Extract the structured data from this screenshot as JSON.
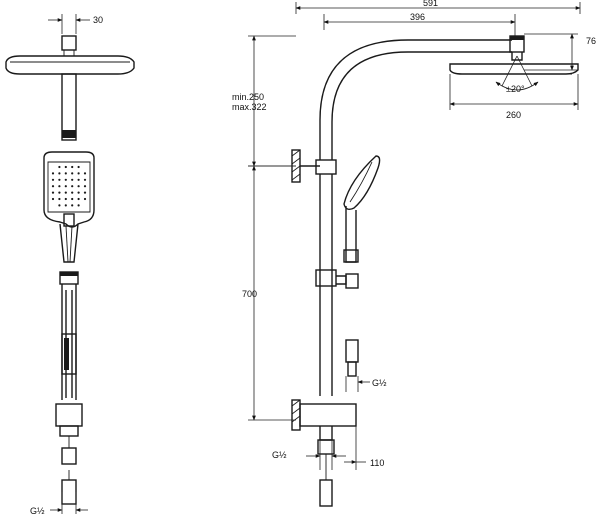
{
  "labels": {
    "head_thickness": "30",
    "total_width": "591",
    "arm_reach": "396",
    "head_height": "76",
    "tilt": "±20°",
    "head_diameter": "260",
    "adjust_min": "min.250",
    "adjust_max": "max.322",
    "bar_length": "700",
    "thread_right": "G½",
    "thread_bottom": "G½",
    "thread_left": "G½",
    "outlet_offset": "110"
  }
}
